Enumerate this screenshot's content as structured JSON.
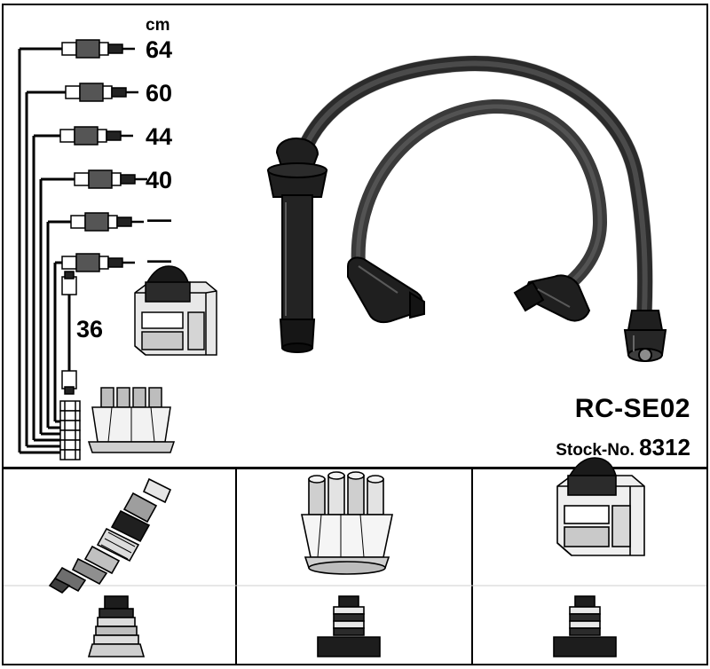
{
  "product": {
    "part_number": "RC-SE02",
    "stock_label": "Stock-No.",
    "stock_number": "8312"
  },
  "scale": {
    "unit": "cm"
  },
  "cable_lengths": [
    {
      "value": "64"
    },
    {
      "value": "60"
    },
    {
      "value": "44"
    },
    {
      "value": "40"
    },
    {
      "value": "—"
    },
    {
      "value": "—"
    }
  ],
  "extra_part_length": "36",
  "icons": {
    "spark_plug": "spark-plug-icon",
    "distributor_cap": "distributor-cap-icon",
    "ignition_coil": "ignition-coil-icon",
    "connector_boot": "connector-boot-icon",
    "terminal_1": "terminal-icon",
    "terminal_2": "terminal-icon"
  },
  "bottom_cells": [
    {
      "top_icon": "spark-plug-icon",
      "bottom_icon": "rubber-boot-icon"
    },
    {
      "top_icon": "distributor-cap-icon",
      "bottom_icon": "terminal-icon"
    },
    {
      "top_icon": "ignition-coil-icon",
      "bottom_icon": "terminal-icon"
    }
  ],
  "colors": {
    "line": "#000000",
    "fill_dark": "#1a1a1a",
    "fill_mid": "#4d4d4d",
    "fill_light": "#b3b3b3",
    "background": "#ffffff"
  }
}
